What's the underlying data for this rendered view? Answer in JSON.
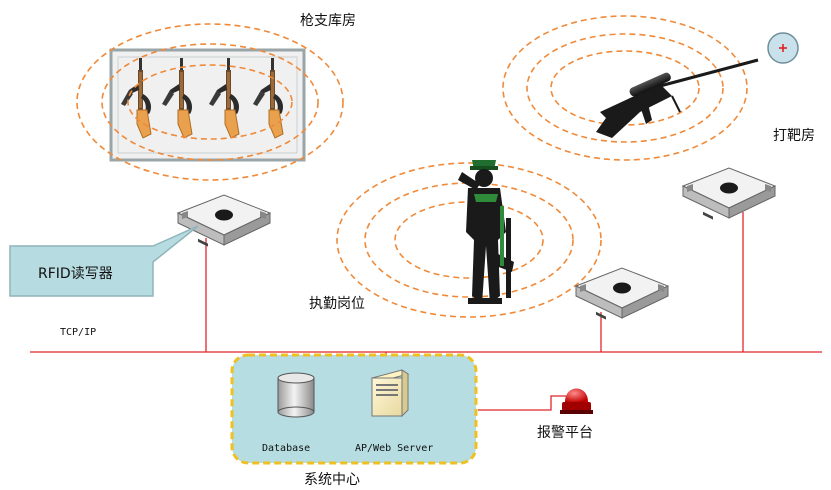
{
  "labels": {
    "armory": "枪支库房",
    "shooting_range": "打靶房",
    "duty_post": "执勤岗位",
    "rfid_reader": "RFID读写器",
    "network": "TCP/IP",
    "database": "Database",
    "server": "AP/Web Server",
    "system_center": "系统中心",
    "alarm_platform": "报警平台"
  },
  "colors": {
    "signal_ring": "#ef8a3a",
    "network_line": "#e0262c",
    "center_fill": "#b5dde2",
    "center_border": "#f0c020",
    "callout_fill": "#b6dbe0",
    "armory_fill": "#f0f0f0"
  },
  "icons": {
    "reader": "rfid-reader-icon",
    "rifle": "rifle-icon",
    "sniper": "sniper-rifle-icon",
    "soldier": "soldier-icon",
    "target": "target-icon",
    "database": "database-icon",
    "server": "server-icon",
    "siren": "siren-icon"
  }
}
